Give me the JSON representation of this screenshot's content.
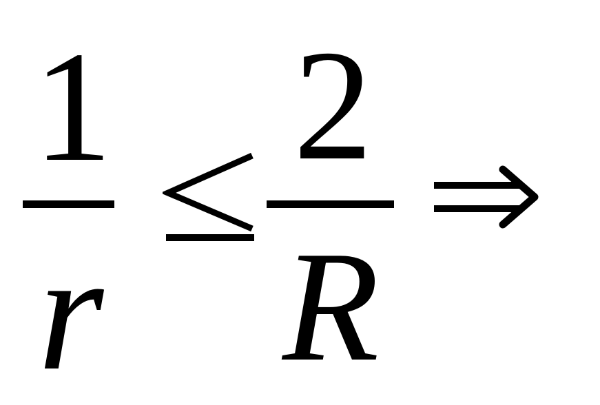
{
  "formula": {
    "numerator_left": "1",
    "denominator_left": "r",
    "numerator_right": "2",
    "denominator_right": "R",
    "relation_icon": "less-than-or-equal-icon",
    "conclusion_icon": "implies-arrow-icon"
  },
  "colors": {
    "background": "#ffffff",
    "ink": "#000000"
  }
}
